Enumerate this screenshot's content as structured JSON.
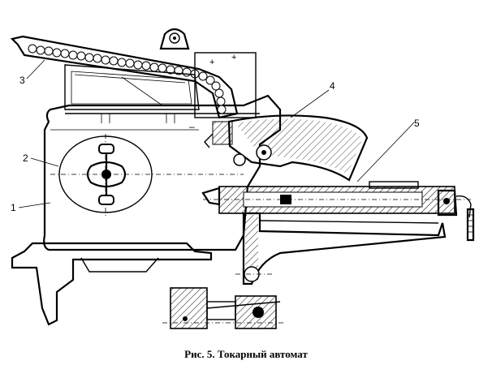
{
  "figure": {
    "caption": "Рис. 5. Токарный автомат",
    "callouts": [
      "1",
      "2",
      "3",
      "4",
      "5"
    ]
  }
}
